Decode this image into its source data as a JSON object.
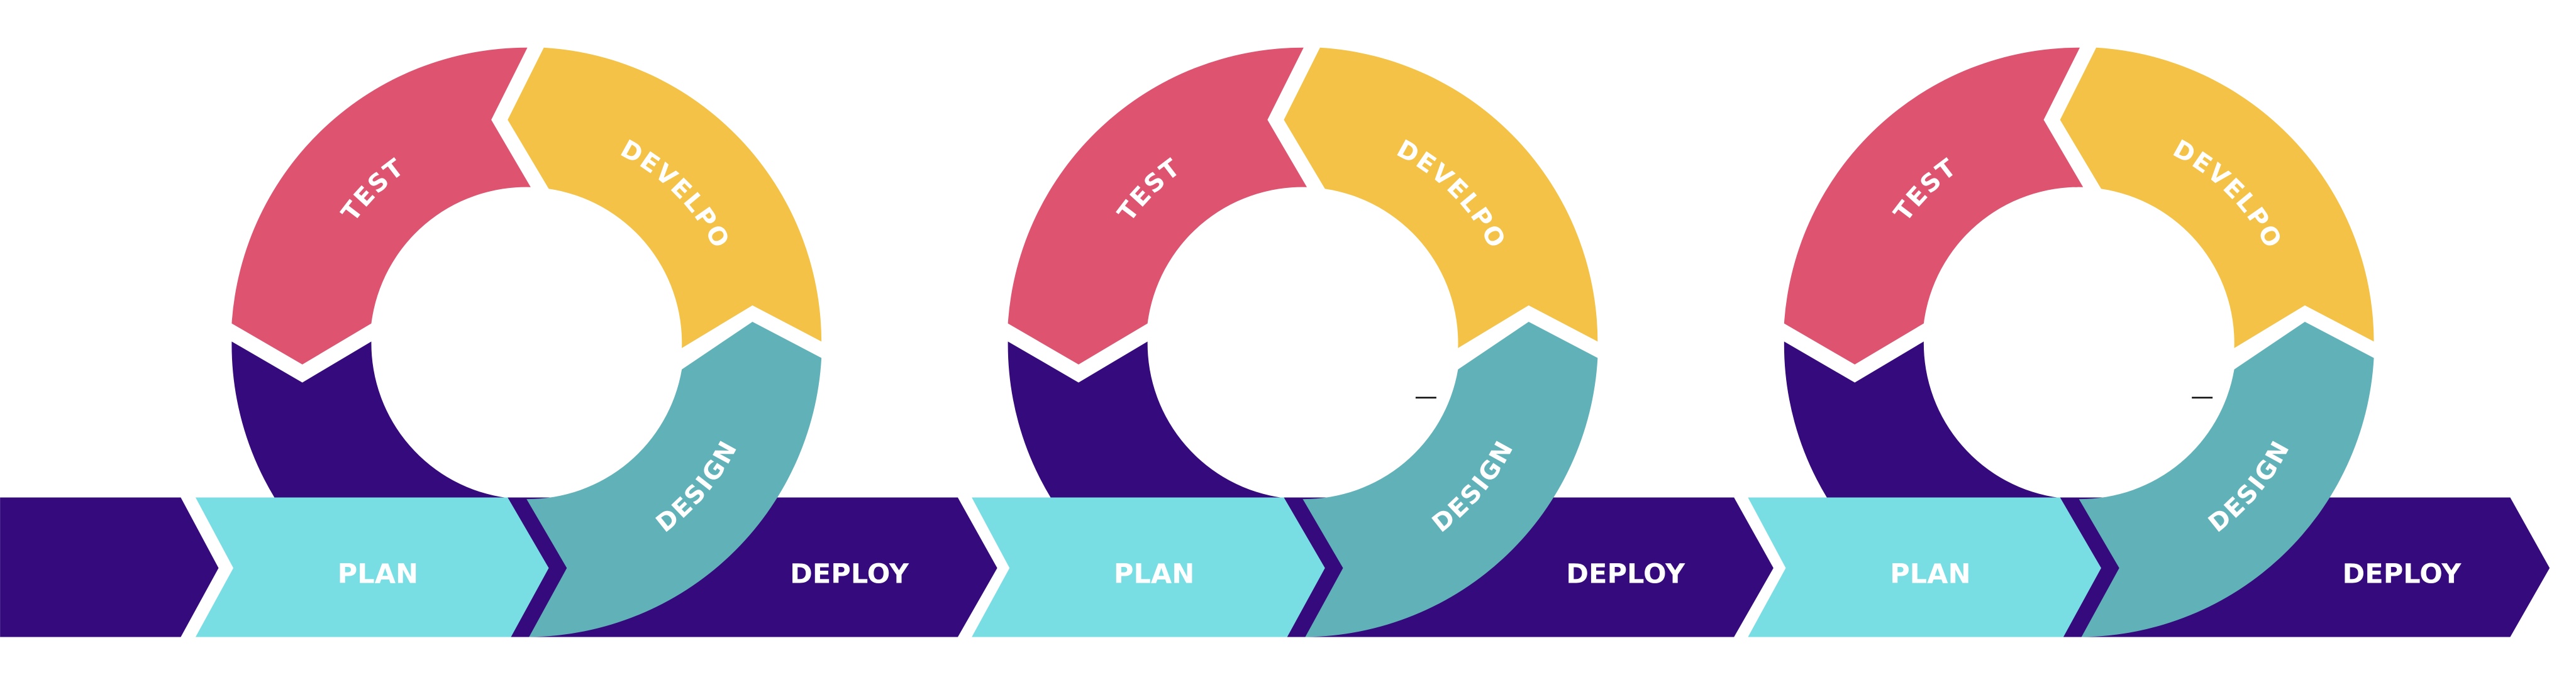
{
  "colors": {
    "test": "#DE5470",
    "develop": "#F3C246",
    "design": "#61B2B8",
    "deploy": "#350A7C",
    "plan": "#79DEE4"
  },
  "rings": [
    {
      "test": "TEST",
      "develop": "DEVELPO",
      "design": "DESIGN",
      "plan": "PLAN",
      "deploy": "DEPLOY",
      "dash": ""
    },
    {
      "test": "TEST",
      "develop": "DEVELPO",
      "design": "DESIGN",
      "plan": "PLAN",
      "deploy": "DEPLOY",
      "dash": "—"
    },
    {
      "test": "TEST",
      "develop": "DEVELPO",
      "design": "DESIGN",
      "plan": "PLAN",
      "deploy": "DEPLOY",
      "dash": "—"
    }
  ]
}
